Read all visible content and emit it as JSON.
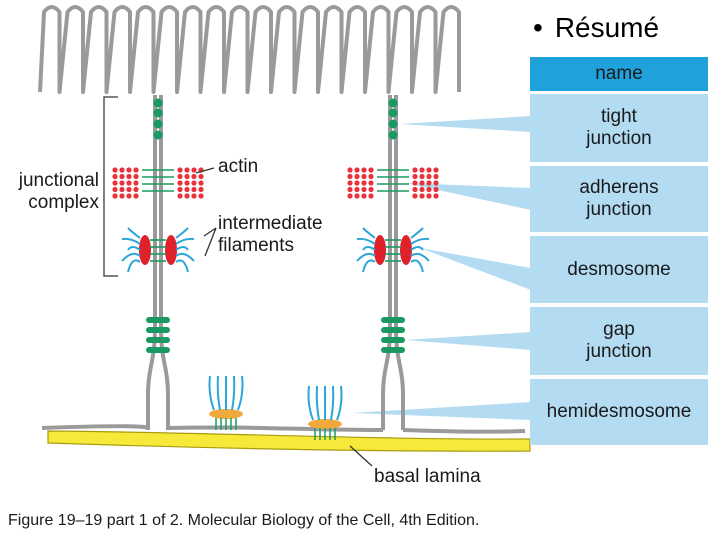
{
  "slide": {
    "title": "Résumé"
  },
  "table": {
    "header": "name",
    "rows": [
      {
        "label": "tight\njunction"
      },
      {
        "label": "adherens\njunction"
      },
      {
        "label": "desmosome"
      },
      {
        "label": "gap\njunction"
      },
      {
        "label": "hemidesmosome"
      }
    ]
  },
  "diagram_labels": {
    "junctional_complex": "junctional\ncomplex",
    "actin": "actin",
    "intermediate_filaments": "intermediate\nfilaments",
    "basal_lamina": "basal lamina"
  },
  "caption": "Figure 19–19 part 1 of 2. Molecular Biology of the Cell, 4th Edition.",
  "colors": {
    "membrane": "#9a9a9a",
    "tight_junction": "#1a9a62",
    "actin": "#e8323c",
    "keratin": "#2ba6d8",
    "plaque": "#e0202a",
    "hemidesmosome_plaque": "#f2a93b",
    "basal_lamina": "#f7e93a",
    "panel_header": "#1fa2dc",
    "panel_item": "#b3dcf2"
  }
}
